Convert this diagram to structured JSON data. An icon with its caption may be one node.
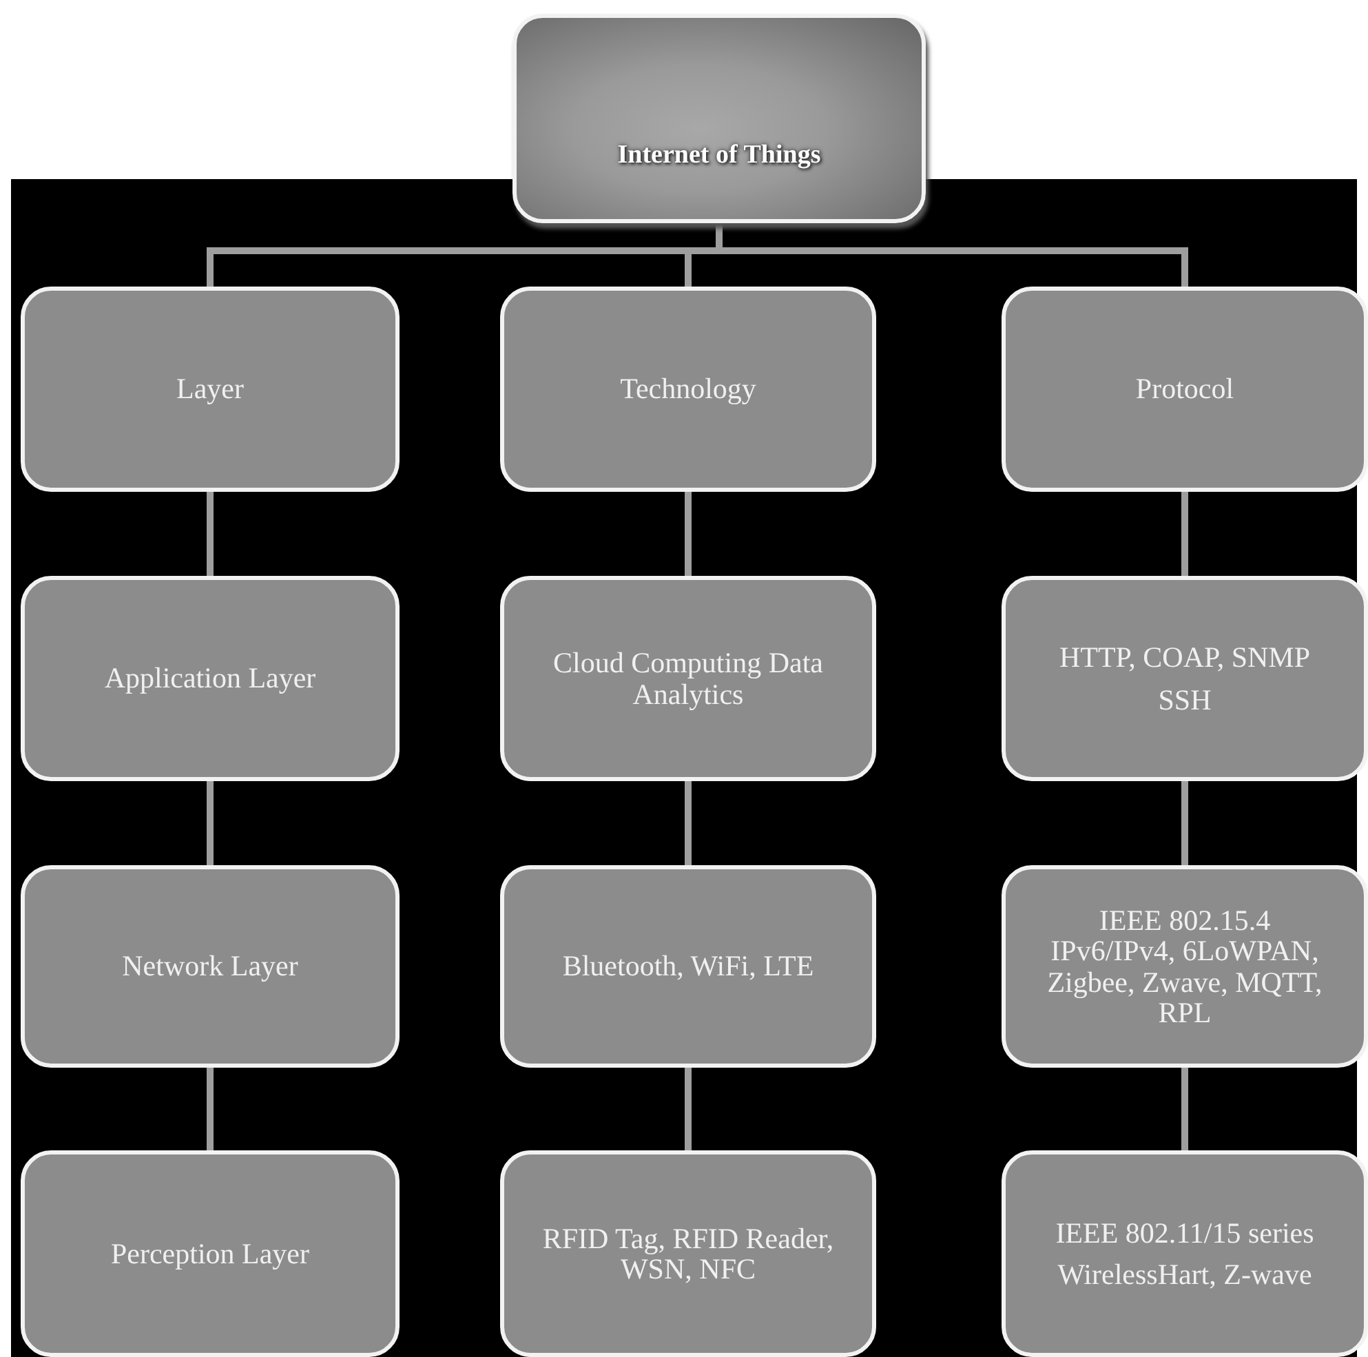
{
  "diagram": {
    "nodes": [
      {
        "text": [
          "Internet of Things"
        ]
      },
      {
        "text": [
          "Layer"
        ]
      },
      {
        "text": [
          "Technology"
        ]
      },
      {
        "text": [
          "Protocol"
        ]
      },
      {
        "text": [
          "Application  Layer"
        ]
      },
      {
        "text": [
          "Cloud Computing Data Analytics"
        ]
      },
      {
        "text": [
          "HTTP, COAP, SNMP",
          "SSH"
        ]
      },
      {
        "text": [
          "Network Layer"
        ]
      },
      {
        "text": [
          "Bluetooth,  WiFi, LTE"
        ]
      },
      {
        "text": [
          "IEEE 802.15.4 IPv6/IPv4, 6LoWPAN, Zigbee, Zwave, MQTT, RPL"
        ]
      },
      {
        "text": [
          "Perception Layer"
        ]
      },
      {
        "text": [
          "RFID Tag, RFID Reader, WSN, NFC"
        ]
      },
      {
        "text": [
          "IEEE 802.11/15 series",
          "WirelessHart, Z-wave"
        ]
      }
    ],
    "edges": [
      {
        "from": 0,
        "to": 1,
        "arrow": "none"
      },
      {
        "from": 0,
        "to": 2,
        "arrow": "none"
      },
      {
        "from": 0,
        "to": 3,
        "arrow": "none"
      },
      {
        "from": 1,
        "to": 4,
        "arrow": "none"
      },
      {
        "from": 4,
        "to": 7,
        "arrow": "none"
      },
      {
        "from": 7,
        "to": 10,
        "arrow": "none"
      },
      {
        "from": 2,
        "to": 5,
        "arrow": "none"
      },
      {
        "from": 5,
        "to": 8,
        "arrow": "none"
      },
      {
        "from": 8,
        "to": 11,
        "arrow": "none"
      },
      {
        "from": 3,
        "to": 6,
        "arrow": "none"
      },
      {
        "from": 6,
        "to": 9,
        "arrow": "none"
      },
      {
        "from": 9,
        "to": 12,
        "arrow": "none"
      }
    ]
  }
}
